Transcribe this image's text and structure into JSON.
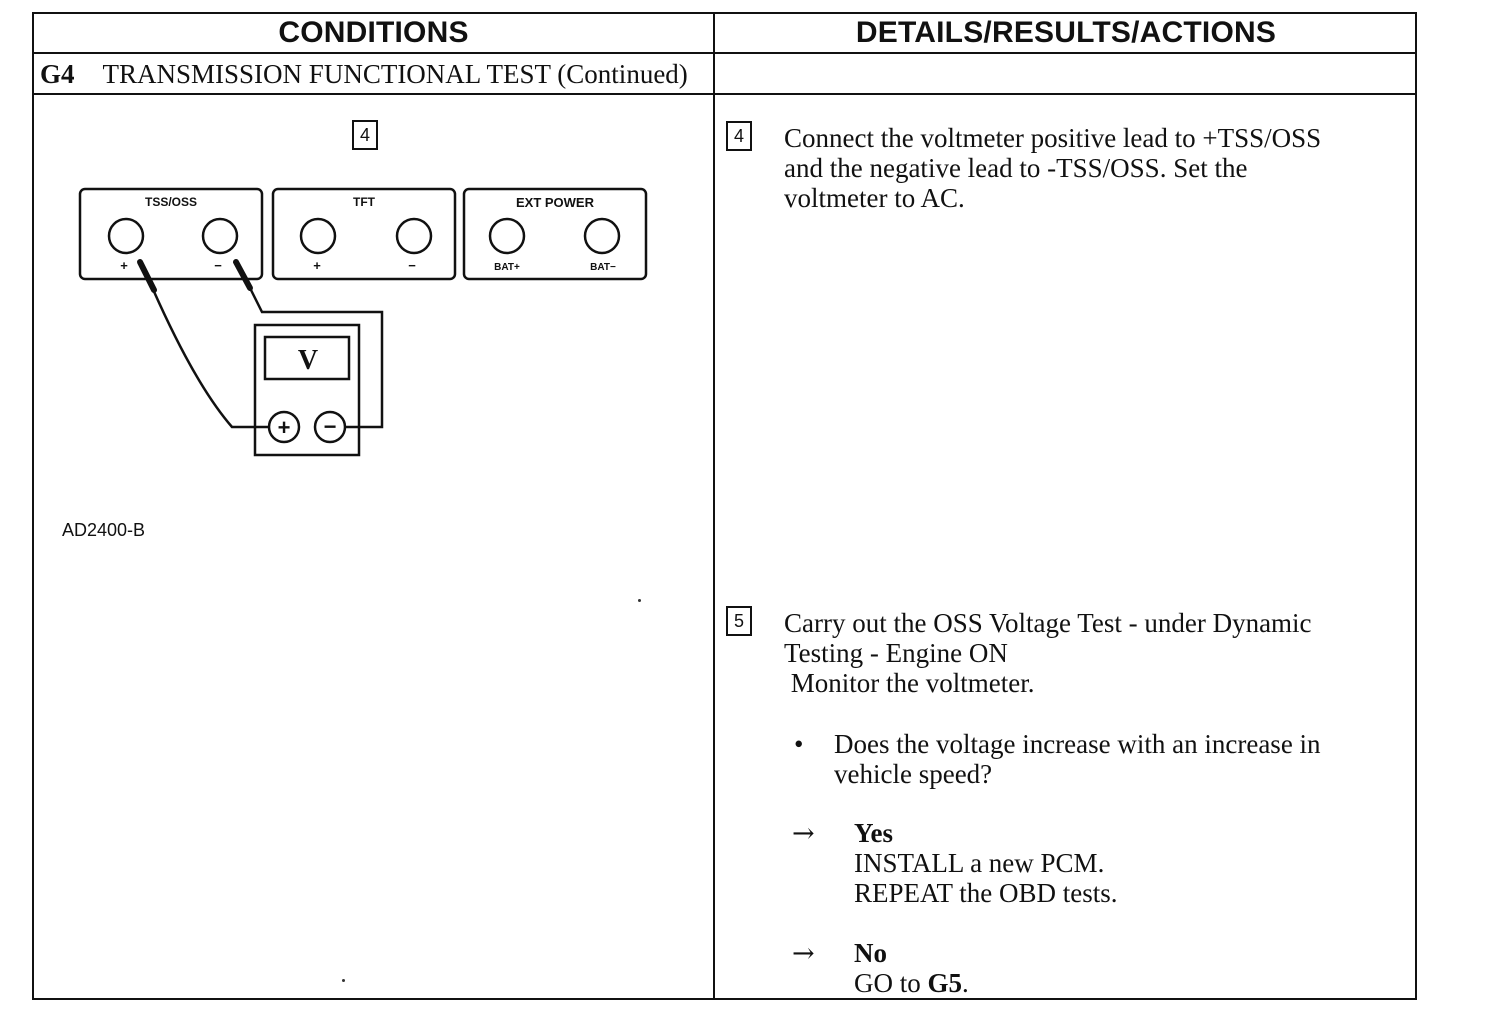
{
  "table": {
    "col_left_header": "CONDITIONS",
    "col_right_header": "DETAILS/RESULTS/ACTIONS",
    "section_id": "G4",
    "section_title": "TRANSMISSION FUNCTIONAL TEST (Continued)"
  },
  "conditions": {
    "step_number": "4",
    "figure": {
      "connectors": [
        {
          "label": "TSS/OSS",
          "left_pin": "+",
          "right_pin": "−"
        },
        {
          "label": "TFT",
          "left_pin": "+",
          "right_pin": "−"
        },
        {
          "label": "EXT POWER",
          "left_pin": "BAT+",
          "right_pin": "BAT−"
        }
      ],
      "meter_display": "V",
      "meter_plus": "+",
      "meter_minus": "−"
    },
    "figure_code": "AD2400-B"
  },
  "actions": {
    "step4": {
      "number": "4",
      "lines": [
        "Connect the voltmeter positive lead to +TSS/OSS",
        "and the negative lead to -TSS/OSS. Set the",
        "voltmeter to AC."
      ]
    },
    "step5": {
      "number": "5",
      "lines": [
        "Carry out the OSS Voltage Test - under Dynamic",
        "Testing - Engine ON",
        " Monitor the voltmeter."
      ],
      "bullet": "•",
      "question_lines": [
        "Does the voltage increase with an increase in",
        "vehicle speed?"
      ],
      "arrow": "→",
      "yes": {
        "label": "Yes",
        "lines": [
          "INSTALL a new PCM.",
          "REPEAT the OBD tests."
        ]
      },
      "no": {
        "label": "No",
        "text_prefix": "GO to ",
        "target": "G5",
        "text_suffix": "."
      }
    }
  }
}
